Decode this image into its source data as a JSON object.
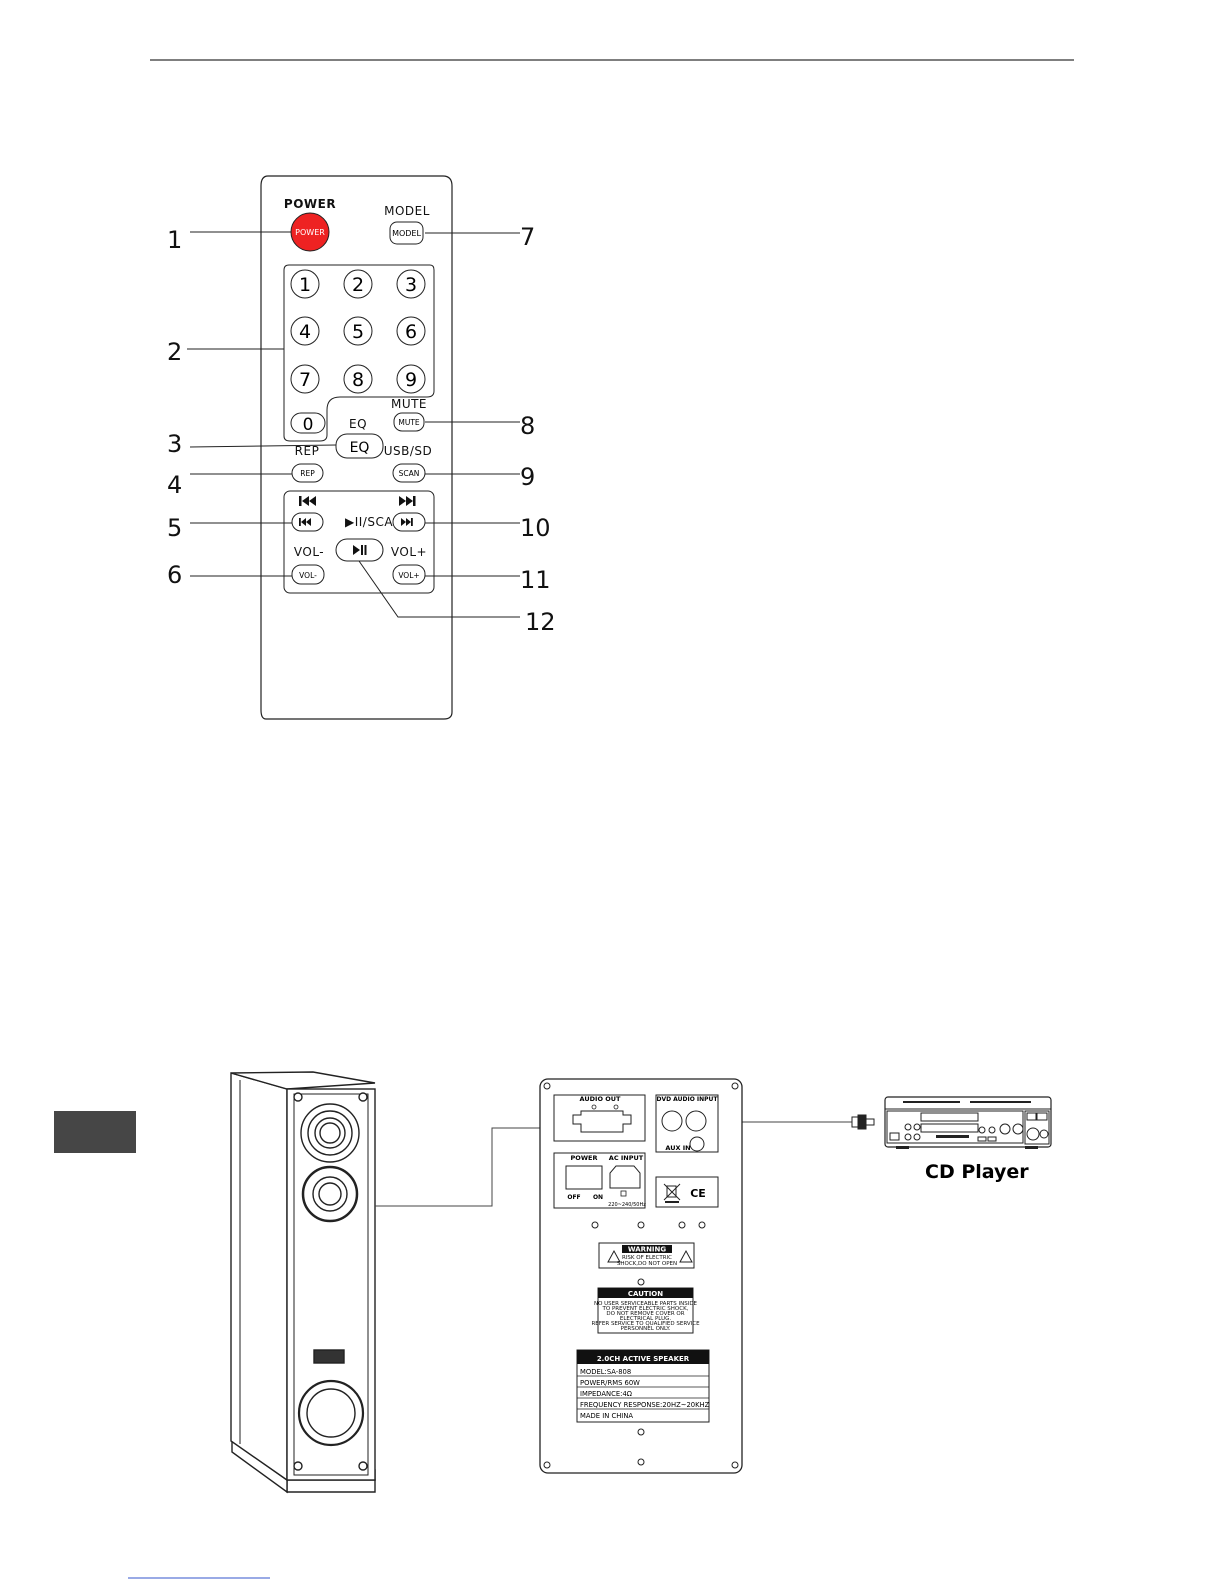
{
  "remote": {
    "labels": {
      "power": "POWER",
      "power_btn": "POWER",
      "model": "MODEL",
      "model_btn": "MODEL",
      "mute": "MUTE",
      "mute_btn": "MUTE",
      "eq": "EQ",
      "eq_btn": "EQ",
      "rep": "REP",
      "rep_btn": "REP",
      "usbsd": "USB/SD",
      "scan_btn": "SCAN",
      "play_scan": "▶II/SCAN",
      "vol_minus": "VOL-",
      "vol_minus_btn": "VOL-",
      "vol_plus": "VOL+",
      "vol_plus_btn": "VOL+"
    },
    "digits": [
      "1",
      "2",
      "3",
      "4",
      "5",
      "6",
      "7",
      "8",
      "9",
      "0"
    ],
    "callouts": [
      "1",
      "2",
      "3",
      "4",
      "5",
      "6",
      "7",
      "8",
      "9",
      "10",
      "11",
      "12"
    ]
  },
  "panel": {
    "audio_out": "AUDIO OUT",
    "dvd_audio_input": "DVD AUDIO INPUT",
    "aux_in": "AUX IN",
    "power": "POWER",
    "ac_input": "AC INPUT",
    "off": "OFF",
    "on": "ON",
    "voltage": "220~240/50Hz",
    "ce": "CE",
    "warning_title": "WARNING",
    "warning_line1": "RISK OF ELECTRIC",
    "warning_line2": "SHOCK,DO NOT OPEN",
    "caution_title": "CAUTION",
    "caution_lines": [
      "NO USER SERVICEABLE PARTS INSIDE",
      "TO PREVENT ELECTRIC SHOCK,",
      "DO NOT REMOVE COVER OR",
      "ELECTRICAL PLUG.",
      "REFER SERVICE TO QUALIFIED SERVICE",
      "PERSONNEL ONLY."
    ],
    "spec_title": "2.0CH ACTIVE SPEAKER",
    "spec_lines": [
      "MODEL:SA-808",
      "POWER/RMS 60W",
      "IMPEDANCE:4Ω",
      "FREQUENCY RESPONSE:20HZ~20KHZ",
      "MADE IN CHINA"
    ]
  },
  "cd_player_label": "CD Player"
}
